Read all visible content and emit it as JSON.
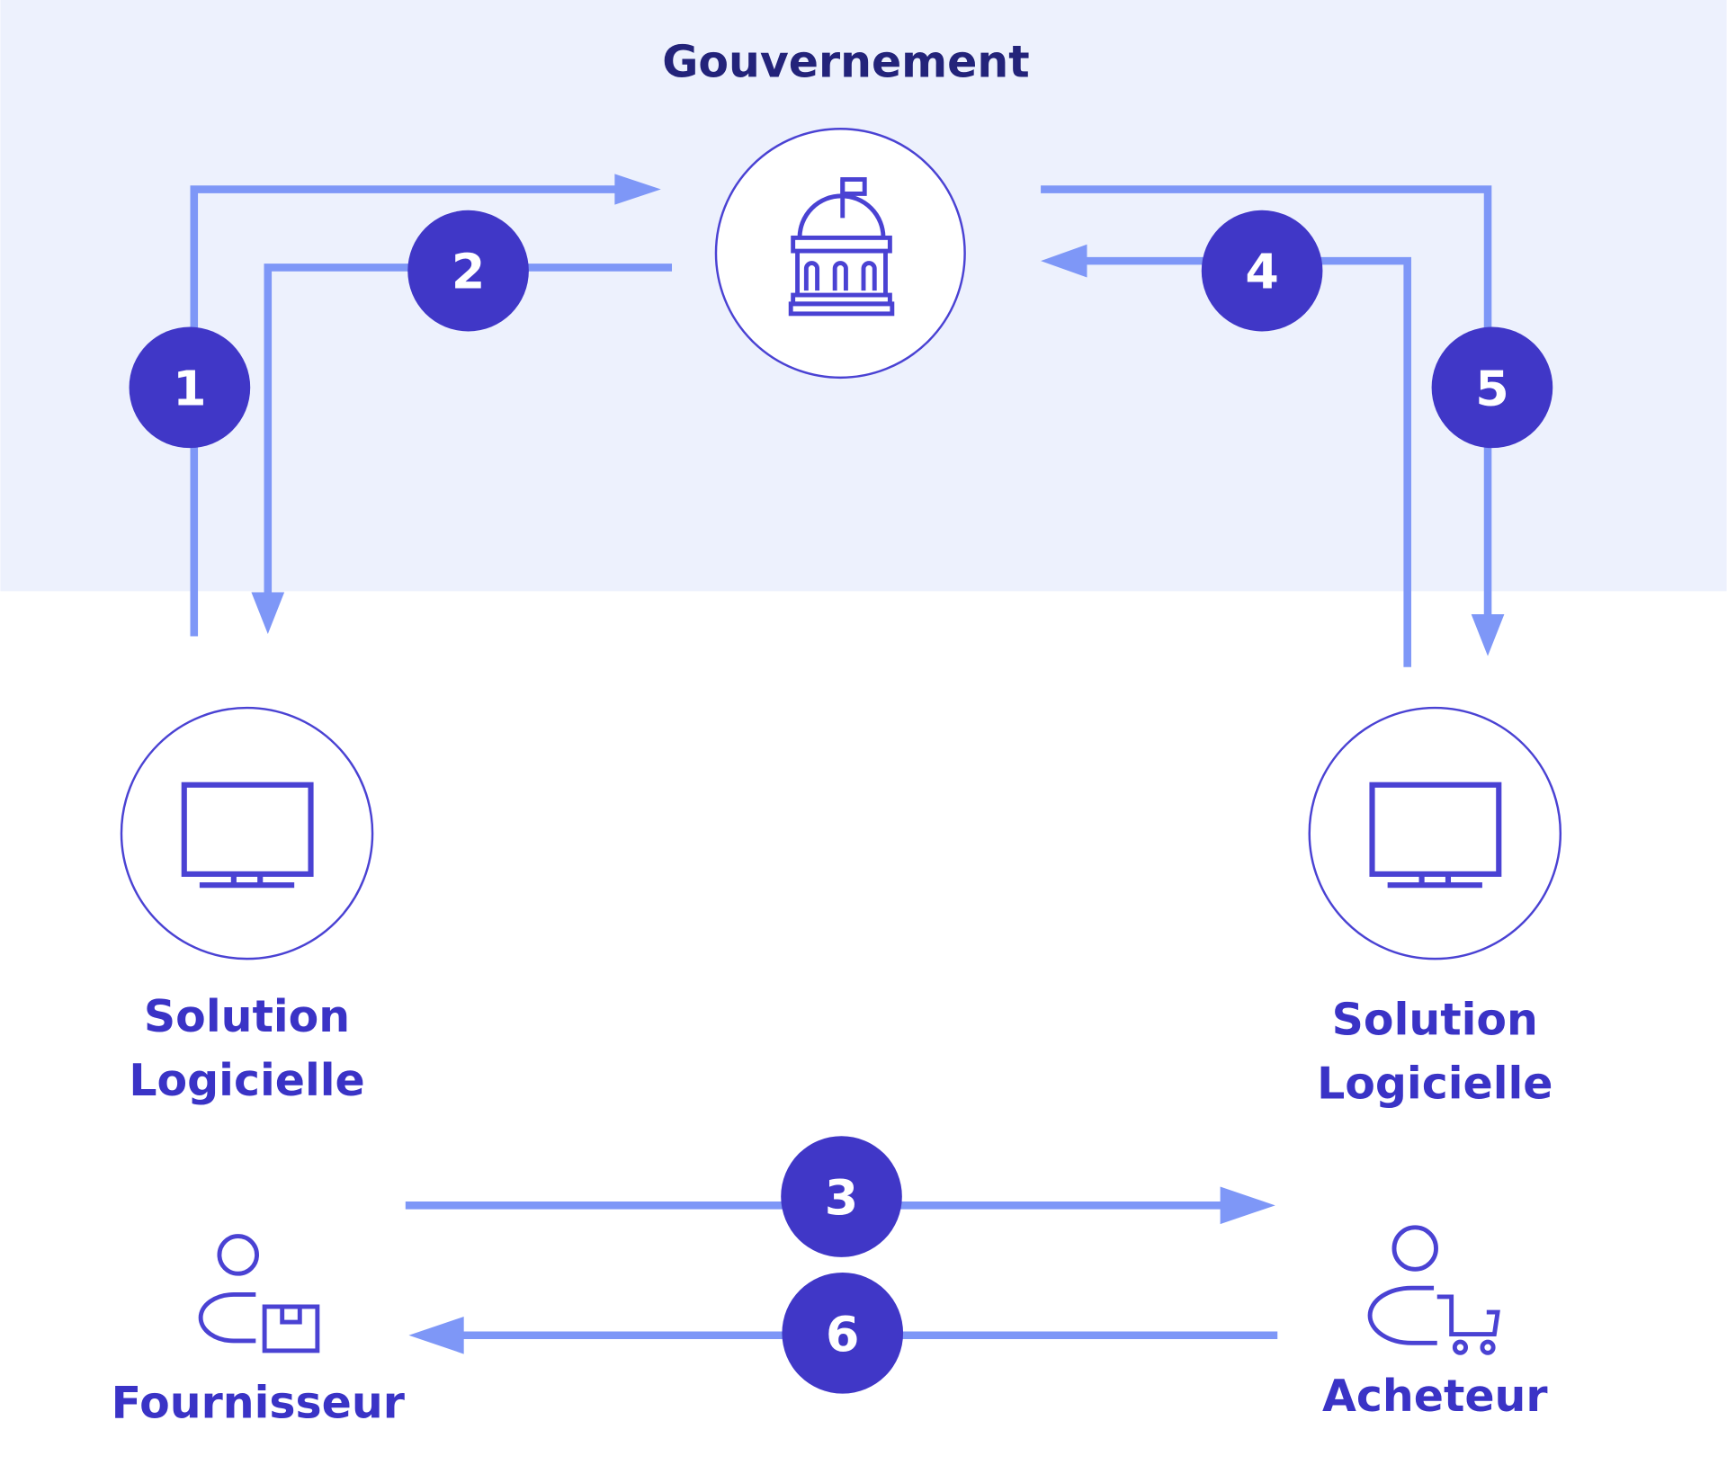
{
  "colors": {
    "top_band": "#EDF1FD",
    "arrow": "#7E97F7",
    "badge": "#4037C7",
    "icon": "#4A42D3",
    "title": "#23237A",
    "label": "#3A33C6"
  },
  "nodes": {
    "government": {
      "label": "Gouvernement",
      "icon": "capitol-building-icon"
    },
    "software_left": {
      "label_line1": "Solution",
      "label_line2": "Logicielle",
      "icon": "monitor-icon"
    },
    "software_right": {
      "label_line1": "Solution",
      "label_line2": "Logicielle",
      "icon": "monitor-icon"
    },
    "supplier": {
      "label": "Fournisseur",
      "icon": "person-with-package-icon"
    },
    "buyer": {
      "label": "Acheteur",
      "icon": "person-with-cart-icon"
    }
  },
  "steps": [
    {
      "number": "1",
      "from": "software_left",
      "to": "government"
    },
    {
      "number": "2",
      "from": "government",
      "to": "software_left"
    },
    {
      "number": "3",
      "from": "supplier",
      "to": "buyer"
    },
    {
      "number": "4",
      "from": "software_right",
      "to": "government"
    },
    {
      "number": "5",
      "from": "government",
      "to": "software_right"
    },
    {
      "number": "6",
      "from": "buyer",
      "to": "supplier"
    }
  ]
}
